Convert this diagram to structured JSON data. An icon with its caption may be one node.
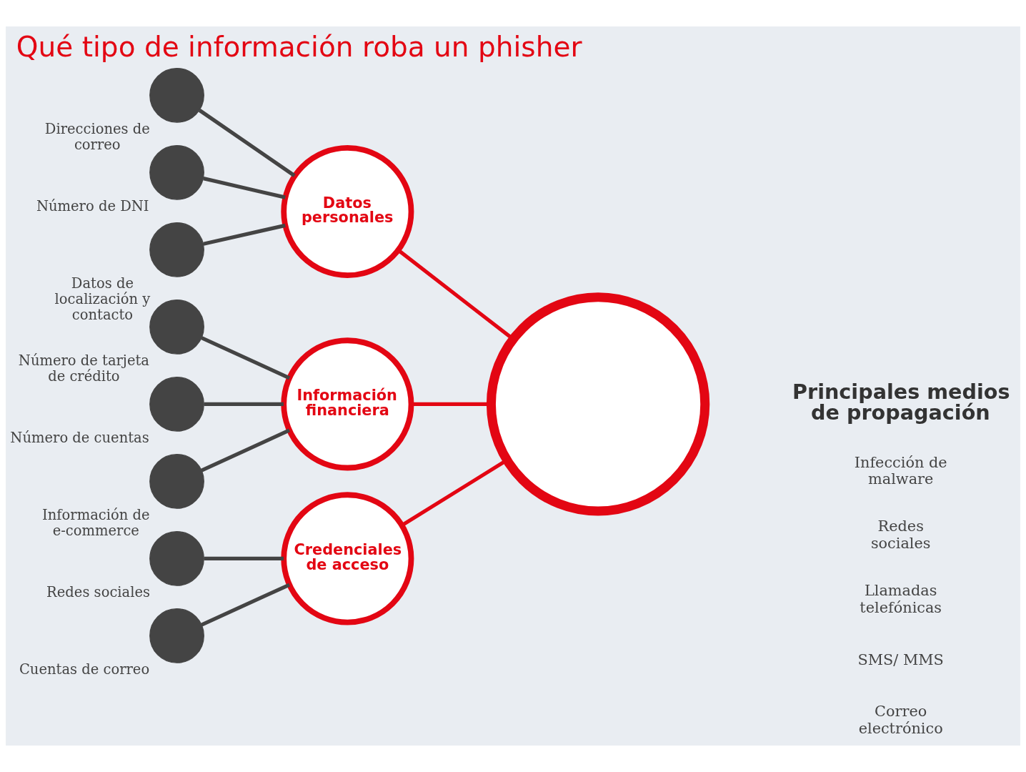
{
  "diagram": {
    "title": "Qué tipo de información roba un phisher",
    "nodes": [
      {
        "text": [],
        "shape": "circle",
        "beside": [
          "Direcciones de correo"
        ]
      },
      {
        "text": [],
        "shape": "circle",
        "beside": [
          "Número de DNI"
        ]
      },
      {
        "text": [],
        "shape": "circle",
        "beside": [
          "Datos de localización y contacto"
        ]
      },
      {
        "text": [
          "Datos personales"
        ]
      },
      {
        "text": [],
        "shape": "circle",
        "beside": [
          "Número de tarjeta de crédito"
        ]
      },
      {
        "text": [],
        "shape": "circle",
        "beside": [
          "Número de cuentas"
        ]
      },
      {
        "text": [],
        "shape": "circle",
        "beside": [
          "Información de e-commerce"
        ]
      },
      {
        "text": [
          "Información financiera"
        ]
      },
      {
        "text": [],
        "shape": "circle",
        "beside": [
          "Redes sociales"
        ]
      },
      {
        "text": [],
        "shape": "circle",
        "beside": [
          "Cuentas de correo"
        ]
      },
      {
        "text": [
          "Credenciales de acceso"
        ]
      },
      {
        "text": [],
        "shape": "circle"
      }
    ],
    "edges": [
      {
        "from": 0,
        "to": 3,
        "arrow": "none"
      },
      {
        "from": 1,
        "to": 3,
        "arrow": "none"
      },
      {
        "from": 2,
        "to": 3,
        "arrow": "none"
      },
      {
        "from": 4,
        "to": 7,
        "arrow": "none"
      },
      {
        "from": 5,
        "to": 7,
        "arrow": "none"
      },
      {
        "from": 6,
        "to": 7,
        "arrow": "none"
      },
      {
        "from": 8,
        "to": 10,
        "arrow": "none"
      },
      {
        "from": 9,
        "to": 10,
        "arrow": "none"
      },
      {
        "from": 3,
        "to": 11,
        "arrow": "none",
        "color": "#e30613"
      },
      {
        "from": 7,
        "to": 11,
        "arrow": "none",
        "color": "#e30613"
      },
      {
        "from": 10,
        "to": 11,
        "arrow": "none",
        "color": "#e30613"
      }
    ],
    "labels": [
      "Principales medios de propagación",
      "Infección de malware",
      "Redes sociales",
      "Llamadas telefónicas",
      "SMS/ MMS",
      "Correo electrónico"
    ]
  }
}
